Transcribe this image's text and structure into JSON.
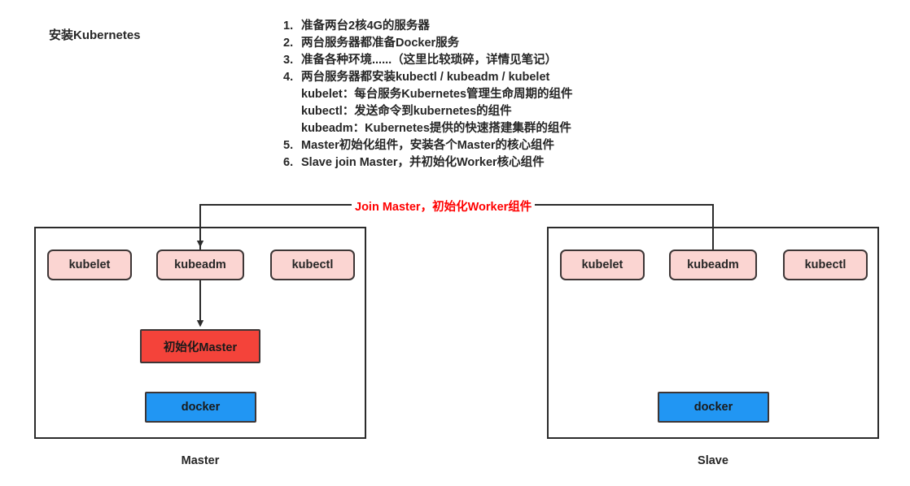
{
  "title": "安装Kubernetes",
  "steps": [
    {
      "num": "1.",
      "text": "准备两台2核4G的服务器",
      "sub": []
    },
    {
      "num": "2.",
      "text": "两台服务器都准备Docker服务",
      "sub": []
    },
    {
      "num": "3.",
      "text": "准备各种环境......（这里比较琐碎，详情见笔记）",
      "sub": []
    },
    {
      "num": "4.",
      "text": "两台服务器都安装kubectl / kubeadm / kubelet",
      "sub": [
        "kubelet：每台服务Kubernetes管理生命周期的组件",
        "kubectl：发送命令到kubernetes的组件",
        "kubeadm：Kubernetes提供的快速搭建集群的组件"
      ]
    },
    {
      "num": "5.",
      "text": "Master初始化组件，安装各个Master的核心组件",
      "sub": []
    },
    {
      "num": "6.",
      "text": "Slave join Master，并初始化Worker核心组件",
      "sub": []
    }
  ],
  "edge_label": "Join Master，初始化Worker组件",
  "master": {
    "label": "Master",
    "components": [
      {
        "name": "kubelet",
        "color": "#fbd5d2"
      },
      {
        "name": "kubeadm",
        "color": "#fbd5d2"
      },
      {
        "name": "kubectl",
        "color": "#fbd5d2"
      }
    ],
    "init": {
      "name": "初始化Master",
      "color": "#f4433a"
    },
    "docker": {
      "name": "docker",
      "color": "#2196f3"
    }
  },
  "slave": {
    "label": "Slave",
    "components": [
      {
        "name": "kubelet",
        "color": "#fbd5d2"
      },
      {
        "name": "kubeadm",
        "color": "#fbd5d2"
      },
      {
        "name": "kubectl",
        "color": "#fbd5d2"
      }
    ],
    "docker": {
      "name": "docker",
      "color": "#2196f3"
    }
  },
  "colors": {
    "pink": "#fbd5d2",
    "red": "#f4433a",
    "blue": "#2196f3",
    "stroke": "#2b2b2b",
    "edge_label_color": "#ff0000"
  }
}
